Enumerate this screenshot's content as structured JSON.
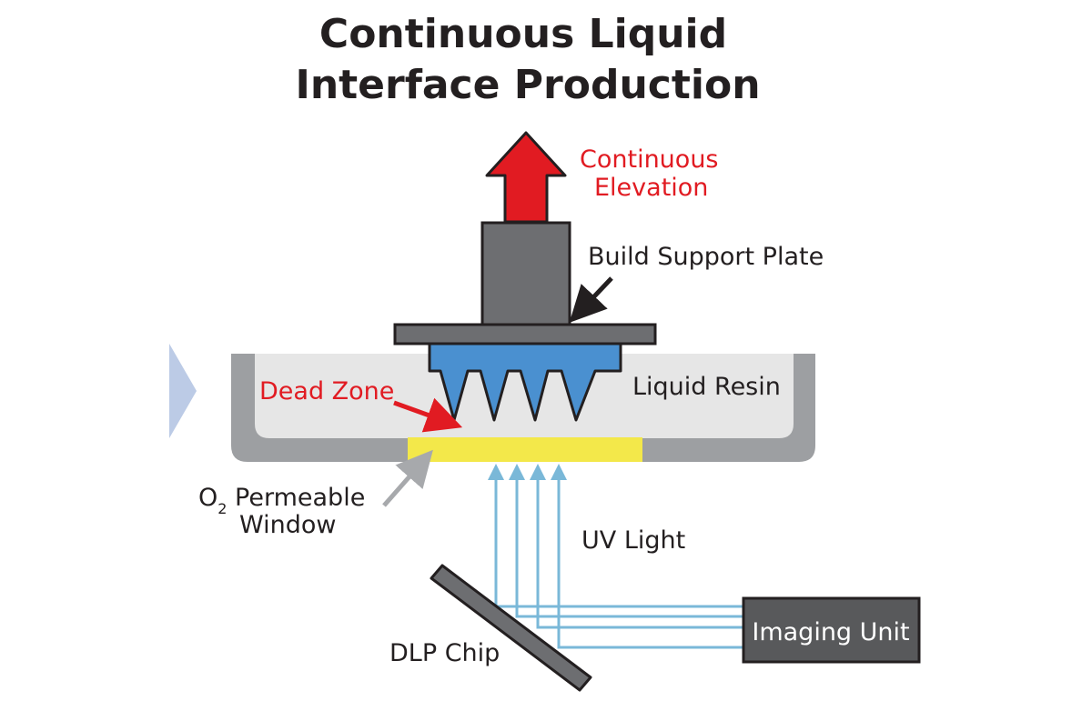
{
  "title_line1": "Continuous Liquid",
  "title_line2": "Interface Production",
  "labels": {
    "elevation_line1": "Continuous",
    "elevation_line2": "Elevation",
    "build_support_plate": "Build Support Plate",
    "liquid_resin": "Liquid Resin",
    "dead_zone": "Dead Zone",
    "window_prefix": "O",
    "window_subscript": "2",
    "window_line1_rest": " Permeable",
    "window_line2": "Window",
    "uv_light": "UV Light",
    "dlp_chip": "DLP Chip",
    "imaging_unit": "Imaging Unit"
  },
  "colors": {
    "elevation_arrow": "#e11b22",
    "build_plate": "#6d6e71",
    "printed_part": "#4a90d0",
    "resin": "#e6e6e6",
    "vat": "#9d9fa2",
    "window": "#f3e84a",
    "uv_beams": "#7ab8d8",
    "dead_zone_arrow": "#e11b22",
    "imaging_unit": "#58595b",
    "side_tab": "#bccbe6"
  }
}
